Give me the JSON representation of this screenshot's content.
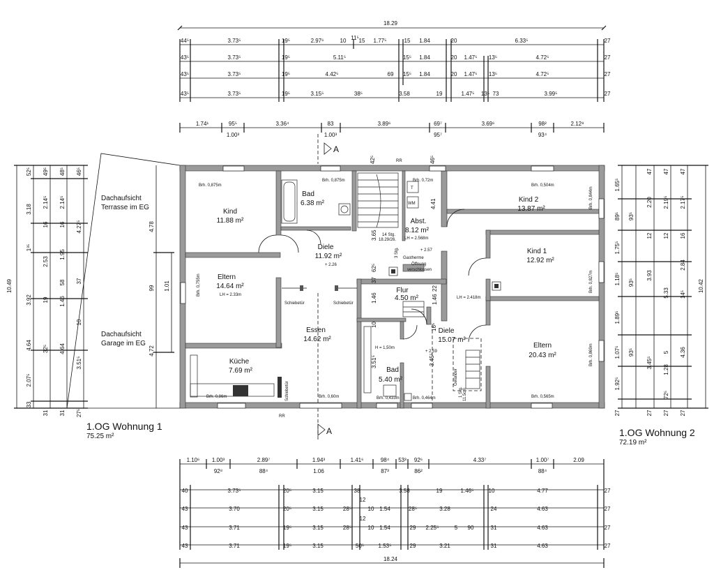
{
  "top_dims": {
    "overall": "18.29",
    "row1": [
      "44⁵",
      "3.73⁵",
      "19⁵",
      "2.97⁶",
      "10",
      "11⁵",
      "15",
      "1.77⁵",
      "15",
      "1.84",
      "20",
      "6.33⁵",
      "27"
    ],
    "row2": [
      "43⁵",
      "3.73⁵",
      "19⁵",
      "5.11⁵",
      "15⁵",
      "1.84",
      "20",
      "1.47⁵",
      "13⁵",
      "4.72⁵",
      "27"
    ],
    "row3": [
      "43⁵",
      "3.73⁵",
      "19⁵",
      "4.42⁵",
      "69",
      "15⁵",
      "1.84",
      "20",
      "1.47⁵",
      "13⁵",
      "4.72⁵",
      "27"
    ],
    "row4": [
      "43⁵",
      "3.73⁵",
      "19⁵",
      "3.15⁵",
      "38⁵",
      "3.58",
      "19",
      "1.47⁵",
      "13⁵",
      "73",
      "3.99⁵",
      "27"
    ],
    "openings": [
      "1.74¹",
      "95⁵",
      "3.36⁴",
      "83",
      "3.89⁶",
      "69⁷",
      "3.69⁶",
      "98²",
      "2.12⁸"
    ],
    "openings_sub": [
      "1.00³",
      "1.00³",
      "95⁷",
      "93⁴"
    ]
  },
  "bottom_dims": {
    "openings": [
      "1.10⁶",
      "1.00³",
      "2.89⁷",
      "1.94³",
      "1.41⁶",
      "98⁴",
      "53³",
      "92⁶",
      "4.33⁷",
      "1.00⁷",
      "2.09"
    ],
    "openings_sub": [
      "92⁸",
      "88⁴",
      "1.06",
      "87³",
      "86²",
      "88⁴"
    ],
    "row1": [
      "40",
      "3.73⁵",
      "20⁵",
      "3.15",
      "38",
      "3.58",
      "19",
      "1.46⁵",
      "10",
      "4.77",
      "27"
    ],
    "row2": [
      "43",
      "3.70",
      "20⁵",
      "3.15",
      "28⁵",
      "12",
      "10",
      "1.54",
      "28⁵",
      "3.28",
      "24",
      "4.63",
      "27"
    ],
    "row3": [
      "43",
      "3.71",
      "19⁵",
      "3.15",
      "28⁵",
      "12",
      "10",
      "1.54",
      "29",
      "2.25⁵",
      "5",
      "90",
      "31",
      "4.63",
      "27"
    ],
    "row4": [
      "43",
      "3.71",
      "19⁵",
      "3.15",
      "50⁵",
      "1.53⁵",
      "29",
      "3.21",
      "31",
      "4.63",
      "27"
    ],
    "overall": "18.24"
  },
  "left_dims": {
    "overall": "10.49",
    "col1": [
      "52⁵",
      "3.18",
      "1³⁵",
      "3.92",
      "4.64",
      "2.07⁵",
      "33"
    ],
    "col2": [
      "49⁵",
      "2.14⁵",
      "16",
      "2.53",
      "19",
      "32⁵",
      "31"
    ],
    "col3": [
      "48⁵",
      "2.14⁵",
      "16",
      "1.95",
      "58",
      "1.46",
      "4.64",
      "31"
    ],
    "col4": [
      "46⁵",
      "4.27⁵",
      "37",
      "10",
      "3.51⁵",
      "27⁵"
    ],
    "col5": [
      "4.78",
      "99",
      "4.72"
    ],
    "col6": [
      "1.01"
    ]
  },
  "right_dims": {
    "overall": "10.42",
    "col1": [
      "1.65⁵",
      "89⁵",
      "1.75⁵",
      "1.18⁵",
      "1.89⁵",
      "1.07⁵",
      "1.92⁵",
      "27"
    ],
    "col2": [
      "93⁵",
      "93⁵",
      "93⁵"
    ],
    "col3": [
      "47",
      "2.20",
      "12",
      "3.93",
      "3.45⁵",
      "27"
    ],
    "col4": [
      "47",
      "2.19⁵",
      "12",
      "5.33",
      "5",
      "1.28",
      "72⁵",
      "27"
    ],
    "col5": [
      "47",
      "2.17⁵",
      "16",
      "2.84",
      "14⁵",
      "4.36",
      "27"
    ]
  },
  "labels": {
    "section_a": "A",
    "rr": "RR",
    "dachaufsicht_terrasse": [
      "Dachaufsicht",
      "Terrasse im EG"
    ],
    "dachaufsicht_garage": [
      "Dachaufsicht",
      "Garage im EG"
    ],
    "wohnung1": "1.OG Wohnung 1",
    "wohnung1_area": "75.25 m²",
    "wohnung2": "1.OG Wohnung 2",
    "wohnung2_area": "72.19 m²",
    "schiebetuer": "Schiebetür",
    "gastherme": "Gastherme",
    "oeffnung": [
      "Öffnung",
      "verschlossen"
    ],
    "gelaender": "Geländer",
    "stair1": [
      "14 Stg.",
      "18.29/26.",
      "3 Stg."
    ],
    "stair2": [
      "1 Stg.",
      "11.5cm"
    ],
    "t_box": "T",
    "wm_box": "WM"
  },
  "rooms": [
    {
      "name": "Kind",
      "area": "11.88 m²",
      "brh": "Brh. 0,875m"
    },
    {
      "name": "Bad",
      "area": "6.38 m²",
      "brh": "Brh. 0,875m"
    },
    {
      "name": "Abst.",
      "area": "8.12 m²",
      "lh": "LH = 2.568m",
      "brh": "Brh. 0,72m"
    },
    {
      "name": "Kind 2",
      "area": "13.87 m²",
      "brh": "Brh. 0,504m",
      "brh2": "Brh. 0,844m"
    },
    {
      "name": "Diele",
      "area": "11.92 m²",
      "level": "+ 2.26"
    },
    {
      "name": "Eltern",
      "area": "14.64 m²",
      "lh": "LH = 2.33m",
      "brh": "Brh. 0,755m"
    },
    {
      "name": "Kind 1",
      "area": "12.92 m²",
      "brh": "Brh. 0,827m"
    },
    {
      "name": "Flur",
      "area": "4.50 m²"
    },
    {
      "name": "Essen",
      "area": "14.62 m²",
      "brh": "Brh. 0,60m"
    },
    {
      "name": "Küche",
      "area": "7.69 m²",
      "brh": "Brh. 0,86m"
    },
    {
      "name": "Bad",
      "area": "5.40 m²",
      "brh": "Brh. 0,433m",
      "h": "H = 1,50m"
    },
    {
      "name": "Diele",
      "area": "15.07 m²",
      "level": "+ 2.59",
      "lh": "LH = 2.418m",
      "brh": "Brh. 0,464m"
    },
    {
      "name": "Eltern",
      "area": "20.43 m²",
      "brh": "Brh. 0,565m",
      "brh2": "Brh. 0,869m"
    }
  ],
  "interior_dims": [
    "4.41",
    "3.65",
    "62⁵",
    "37",
    "1.46",
    "1.46",
    "22",
    "10",
    "3.51⁵",
    "16⁵",
    "3.45⁵",
    "+ 2.57",
    "42⁵",
    "46⁵"
  ]
}
